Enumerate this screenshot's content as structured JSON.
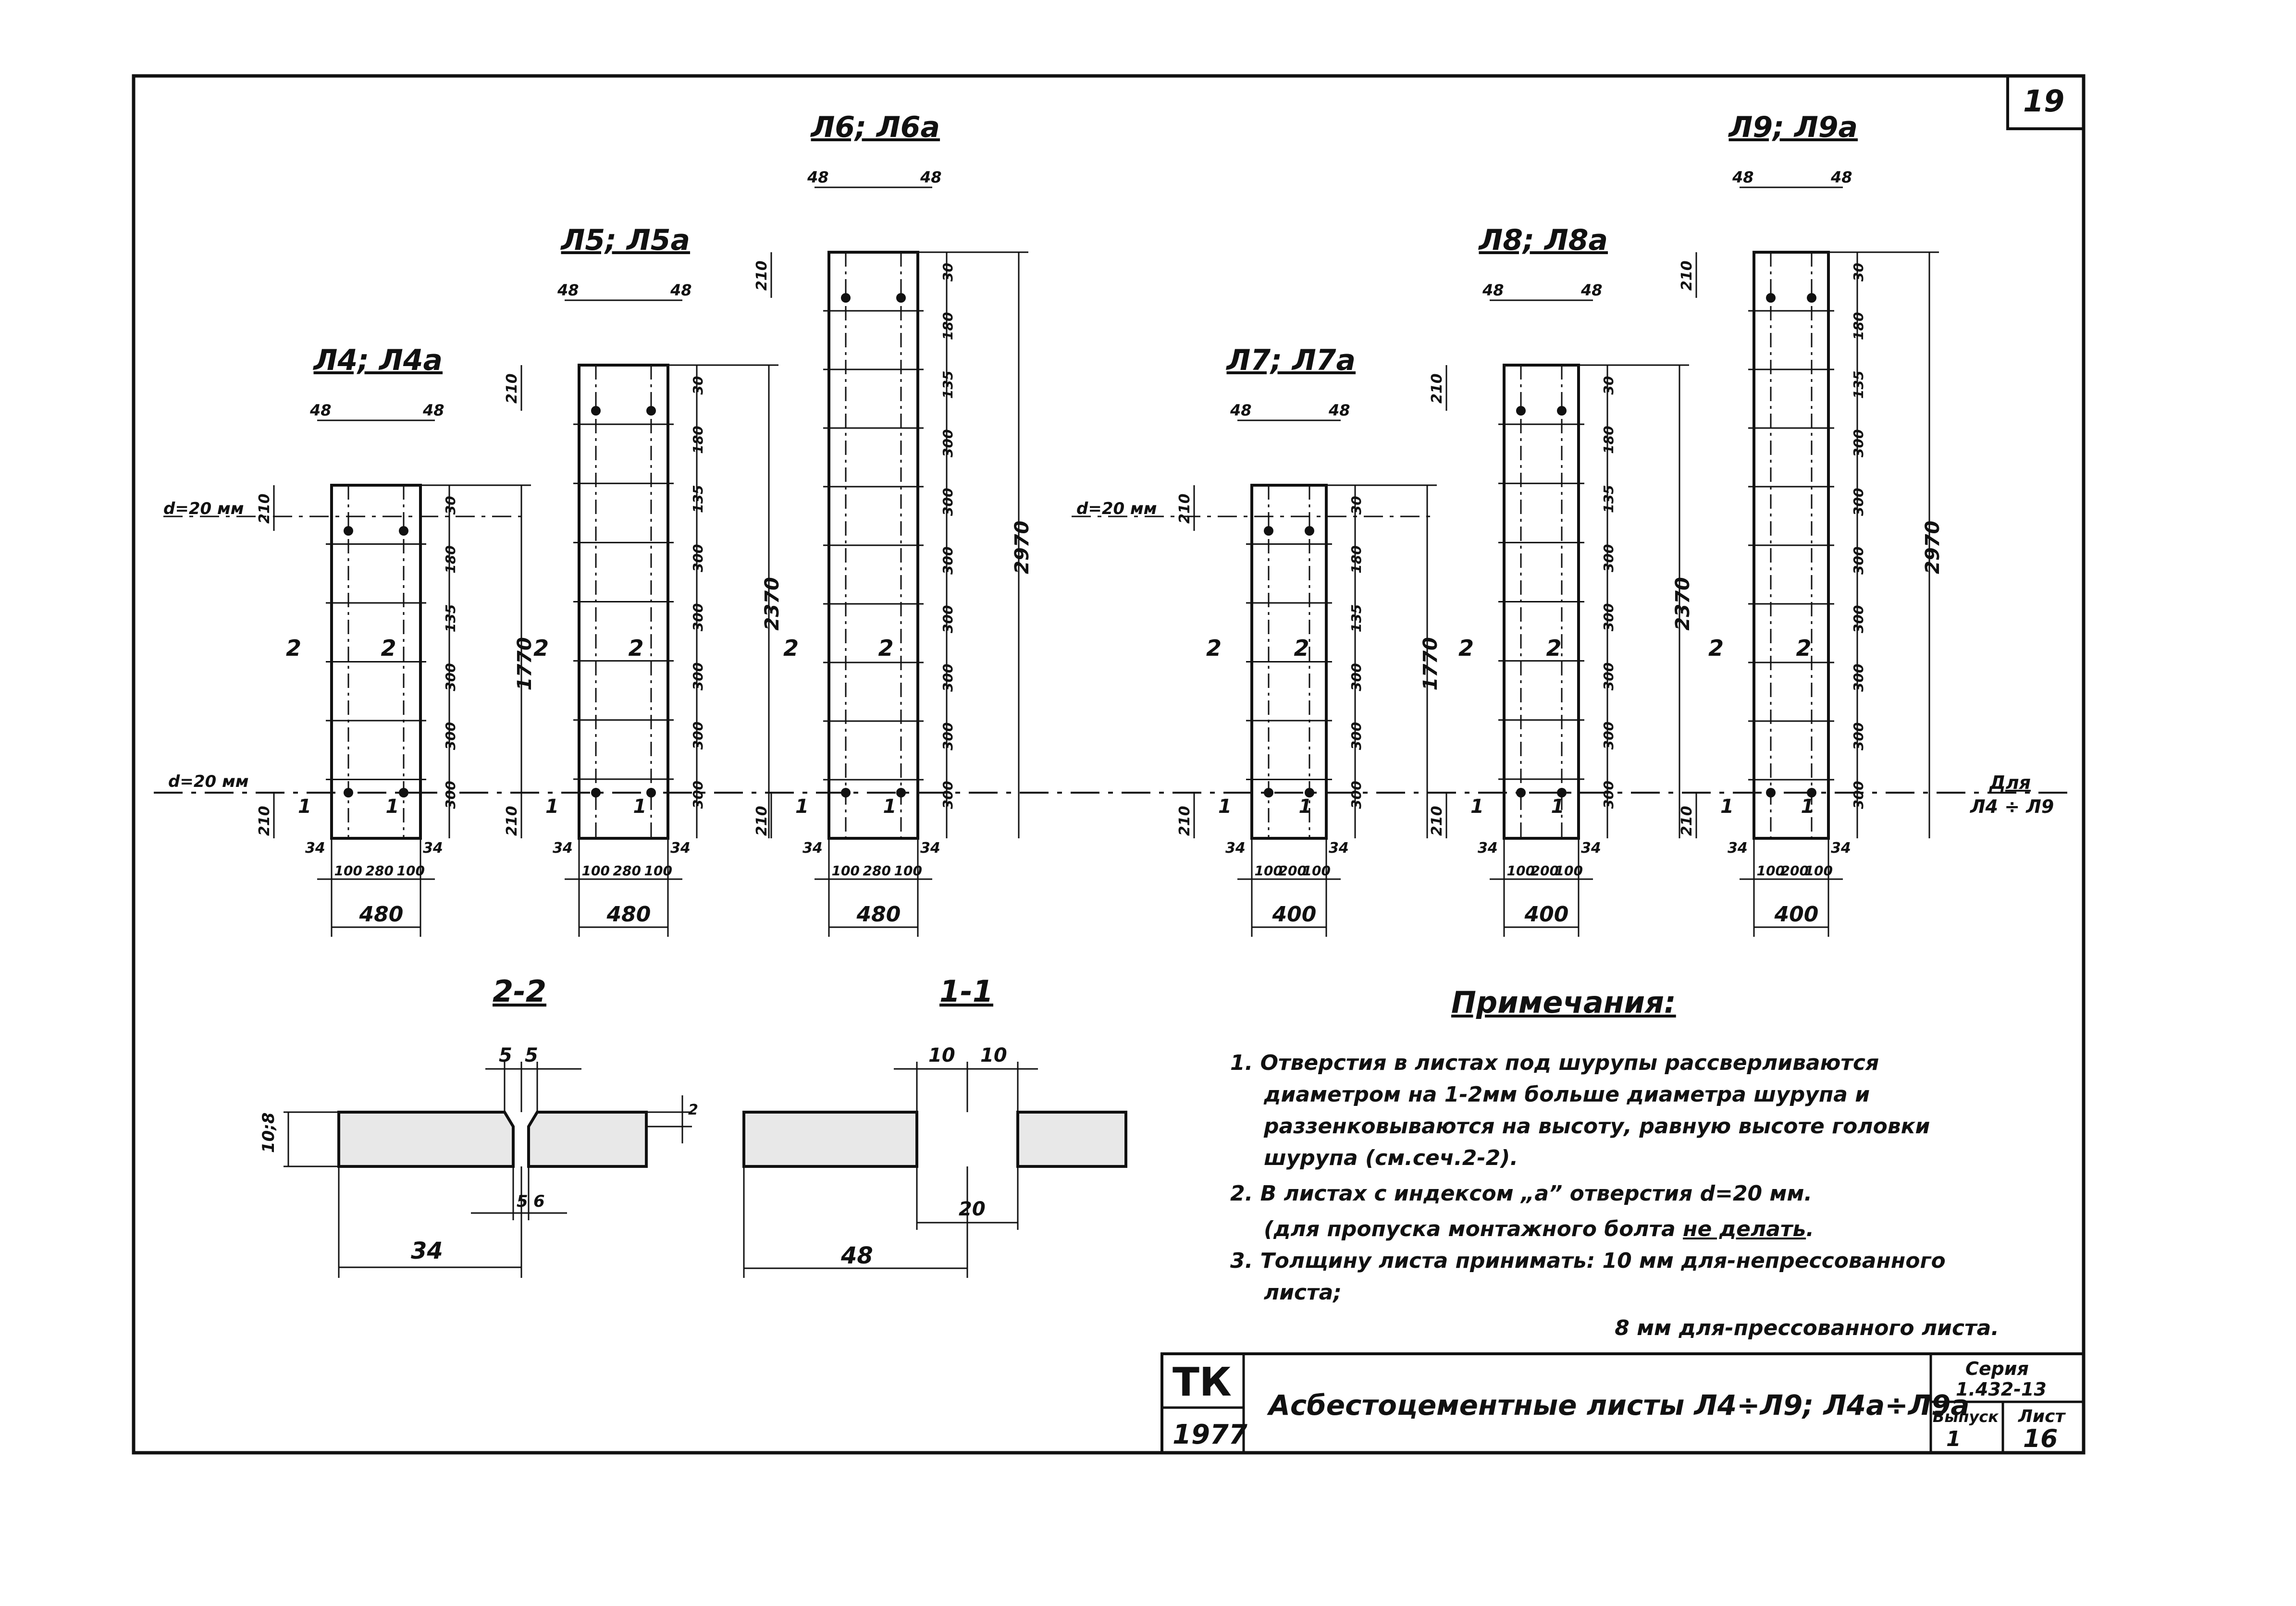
{
  "page_number": "19",
  "sheets": [
    {
      "title": "Л4; Л4а",
      "height": "1770",
      "width": "480",
      "offsets": [
        "100",
        "280",
        "100"
      ]
    },
    {
      "title": "Л5; Л5а",
      "height": "2370",
      "width": "480",
      "offsets": [
        "100",
        "280",
        "100"
      ]
    },
    {
      "title": "Л6; Л6а",
      "height": "2970",
      "width": "480",
      "offsets": [
        "100",
        "280",
        "100"
      ]
    },
    {
      "title": "Л7; Л7а",
      "height": "1770",
      "width": "400",
      "offsets": [
        "100",
        "200",
        "100"
      ]
    },
    {
      "title": "Л8; Л8а",
      "height": "2370",
      "width": "400",
      "offsets": [
        "100",
        "200",
        "100"
      ]
    },
    {
      "title": "Л9; Л9а",
      "height": "2970",
      "width": "400",
      "offsets": [
        "100",
        "200",
        "100"
      ]
    }
  ],
  "dims": {
    "edge_offset": "48",
    "side_offset": "34",
    "top_gap": "210",
    "bottom_gap": "210",
    "spacing": "300",
    "hole_label": "d=20 мм",
    "section_mark_1": "1",
    "section_mark_2": "2",
    "small_dims": [
      "30",
      "180",
      "135"
    ]
  },
  "axis_note": {
    "line1": "Для",
    "line2": "Л4 ÷ Л9"
  },
  "sections": {
    "s22": {
      "title": "2-2",
      "dim_a": "5",
      "dim_b": "5",
      "dim_c": "5",
      "dim_d": "6",
      "thickness": "10;8",
      "length": "34",
      "chamfer": "2"
    },
    "s11": {
      "title": "1-1",
      "dim_a": "10",
      "dim_b": "10",
      "hole": "20",
      "length": "48"
    }
  },
  "notes": {
    "title": "Примечания:",
    "n1": "1. Отверстия в листах под шурупы рассверливаются диаметром на 1-2мм больше диаметра шурупа и раззенковываются на высоту, равную высоте головки шурупа (см.сеч.2-2).",
    "n2": "2. В листах с индексом „а” отверстия d=20 мм.",
    "n2b_pre": "(для пропуска монтажного болта",
    "n2b_u": "не делать",
    "n2b_post": ".",
    "n3": "3. Толщину листа принимать: 10 мм для-непрессованного листа;",
    "n3b": "8 мм для-прессованного листа."
  },
  "title_block": {
    "org": "ТК",
    "year": "1977",
    "title": "Асбестоцементные листы Л4÷Л9; Л4а÷Л9а",
    "series_label": "Серия",
    "series": "1.432-13",
    "issue_label": "Выпуск",
    "issue": "1",
    "sheet_label": "Лист",
    "sheet": "16"
  }
}
